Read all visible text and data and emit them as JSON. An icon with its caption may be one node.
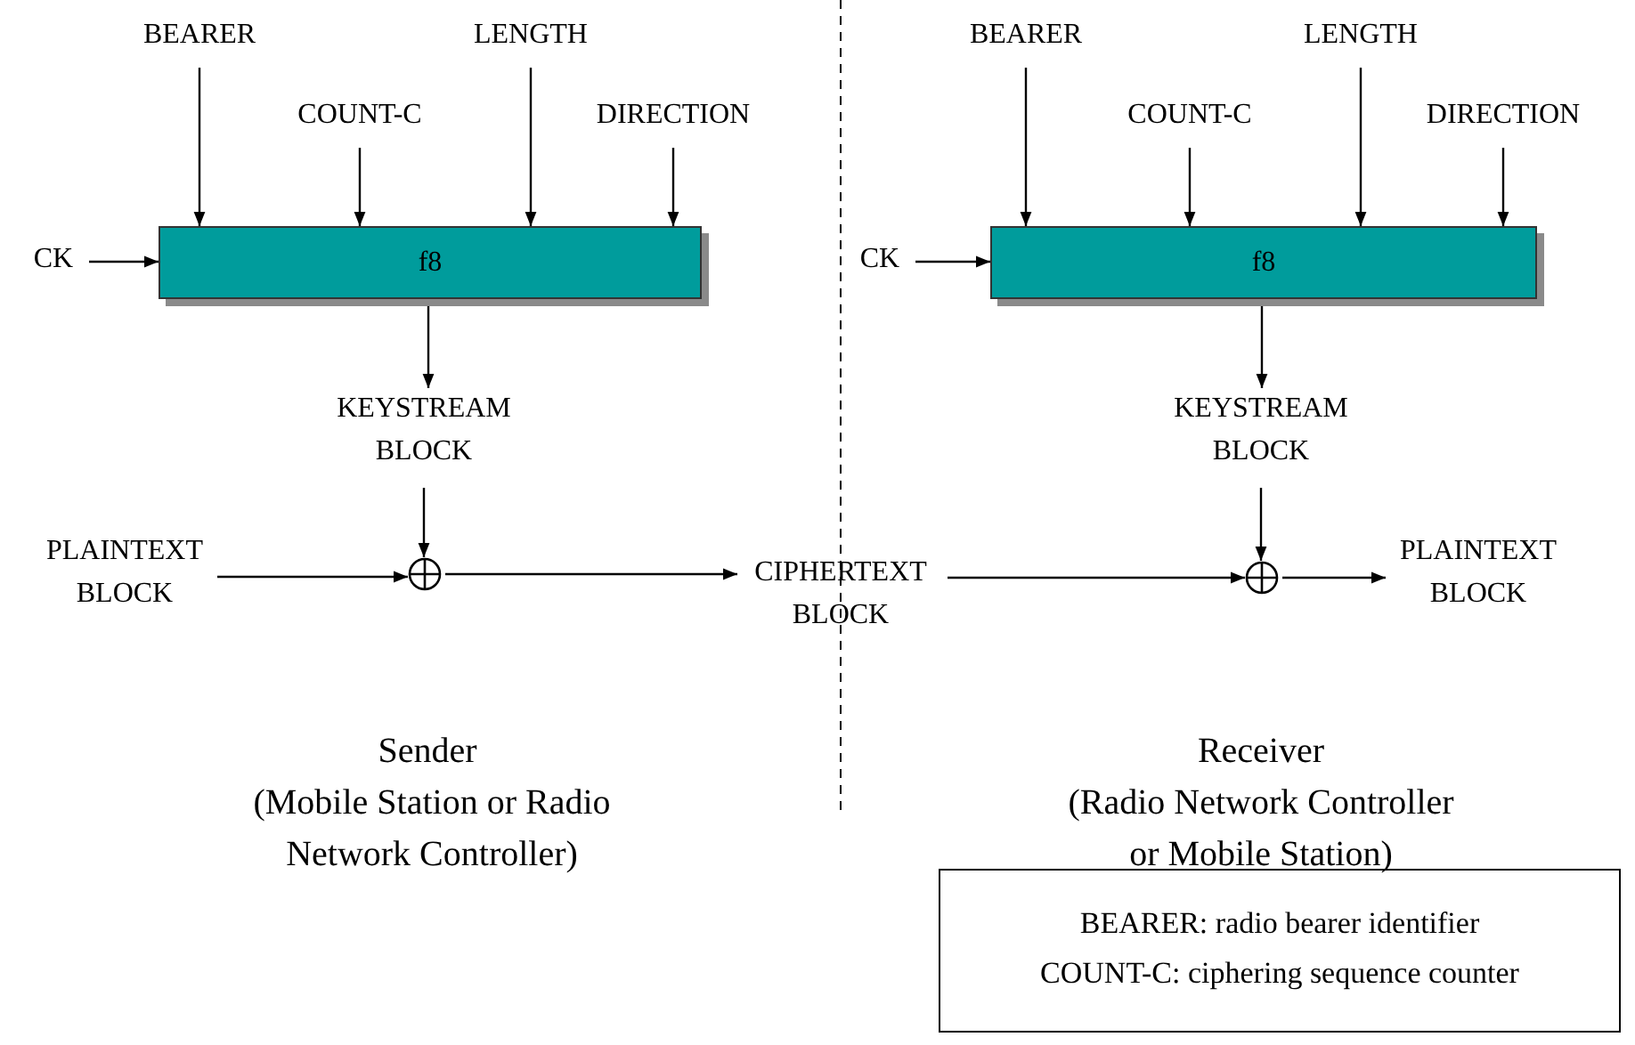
{
  "diagram": {
    "nodes": [
      {
        "text": [
          "BEARER"
        ]
      },
      {
        "text": [
          "COUNT-C"
        ]
      },
      {
        "text": [
          "LENGTH"
        ]
      },
      {
        "text": [
          "DIRECTION"
        ]
      },
      {
        "text": [
          "CK"
        ]
      },
      {
        "text": [
          "f8"
        ]
      },
      {
        "text": [
          "KEYSTREAM BLOCK"
        ]
      },
      {
        "text": [
          "PLAINTEXT BLOCK"
        ]
      },
      {
        "text": [],
        "shape": "circle"
      },
      {
        "text": [
          "CIPHERTEXT BLOCK"
        ]
      },
      {
        "text": [
          "BEARER"
        ]
      },
      {
        "text": [
          "COUNT-C"
        ]
      },
      {
        "text": [
          "LENGTH"
        ]
      },
      {
        "text": [
          "DIRECTION"
        ]
      },
      {
        "text": [
          "CK"
        ]
      },
      {
        "text": [
          "f8"
        ]
      },
      {
        "text": [
          "KEYSTREAM BLOCK"
        ]
      },
      {
        "text": [],
        "shape": "circle"
      },
      {
        "text": [
          "PLAINTEXT BLOCK"
        ]
      },
      {
        "text": [
          "BEARER: radio bearer identifier",
          "COUNT-C: ciphering sequence counter"
        ]
      }
    ],
    "edges": [
      {
        "from": 0,
        "to": 5,
        "arrow": "to"
      },
      {
        "from": 1,
        "to": 5,
        "arrow": "to"
      },
      {
        "from": 2,
        "to": 5,
        "arrow": "to"
      },
      {
        "from": 3,
        "to": 5,
        "arrow": "to"
      },
      {
        "from": 4,
        "to": 5,
        "arrow": "to"
      },
      {
        "from": 5,
        "to": 6,
        "arrow": "to"
      },
      {
        "from": 6,
        "to": 8,
        "arrow": "to"
      },
      {
        "from": 7,
        "to": 8,
        "arrow": "to"
      },
      {
        "from": 8,
        "to": 9,
        "arrow": "to"
      },
      {
        "from": 9,
        "to": 17,
        "arrow": "to"
      },
      {
        "from": 10,
        "to": 15,
        "arrow": "to"
      },
      {
        "from": 11,
        "to": 15,
        "arrow": "to"
      },
      {
        "from": 12,
        "to": 15,
        "arrow": "to"
      },
      {
        "from": 13,
        "to": 15,
        "arrow": "to"
      },
      {
        "from": 14,
        "to": 15,
        "arrow": "to"
      },
      {
        "from": 15,
        "to": 16,
        "arrow": "to"
      },
      {
        "from": 16,
        "to": 17,
        "arrow": "to"
      },
      {
        "from": 17,
        "to": 18,
        "arrow": "to"
      }
    ],
    "labels": [
      "Sender",
      "(Mobile Station or Radio Network Controller)",
      "Receiver",
      "(Radio Network Controller or Mobile Station)"
    ]
  }
}
